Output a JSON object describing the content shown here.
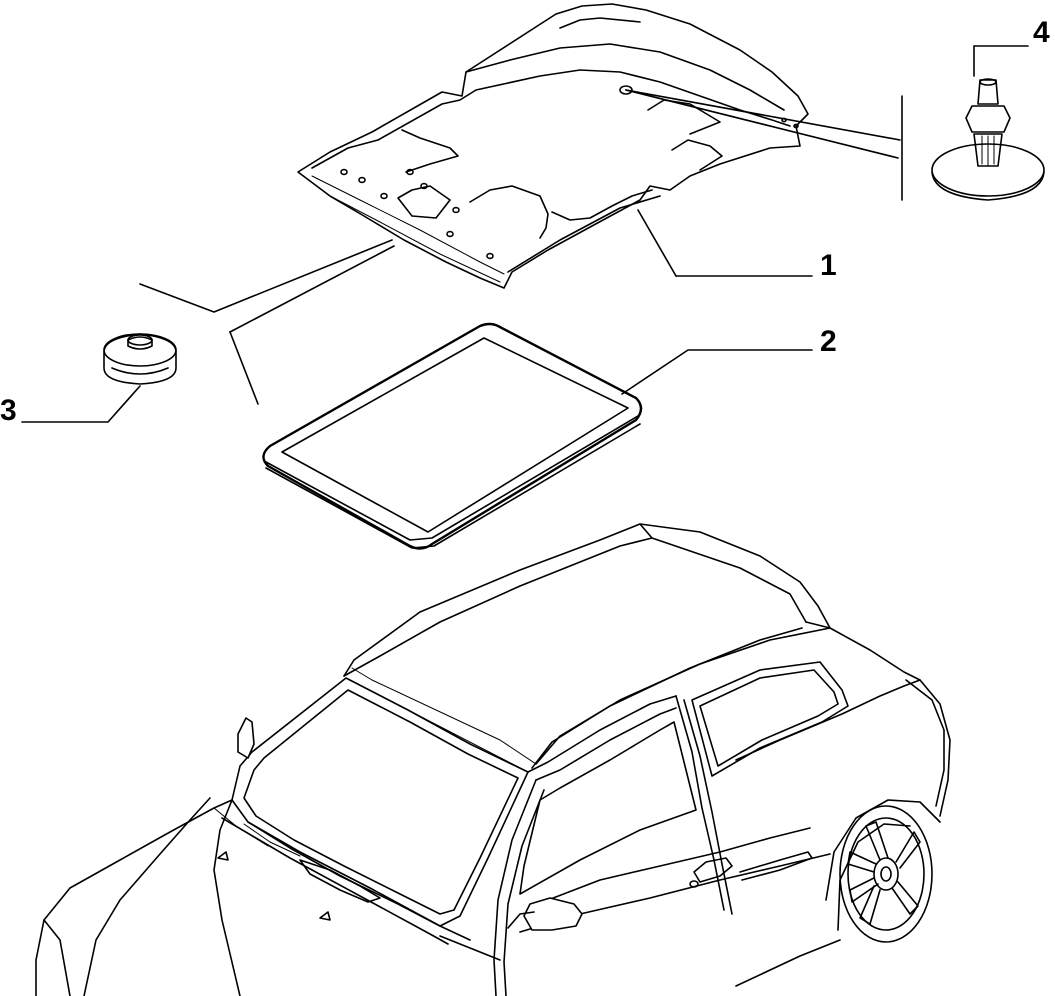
{
  "callouts": [
    {
      "id": "1",
      "label": "1",
      "part": "headliner"
    },
    {
      "id": "2",
      "label": "2",
      "part": "sunroof-seal"
    },
    {
      "id": "3",
      "label": "3",
      "part": "plug"
    },
    {
      "id": "4",
      "label": "4",
      "part": "fastener-clip"
    }
  ],
  "colors": {
    "line": "#000000",
    "background": "#ffffff"
  }
}
